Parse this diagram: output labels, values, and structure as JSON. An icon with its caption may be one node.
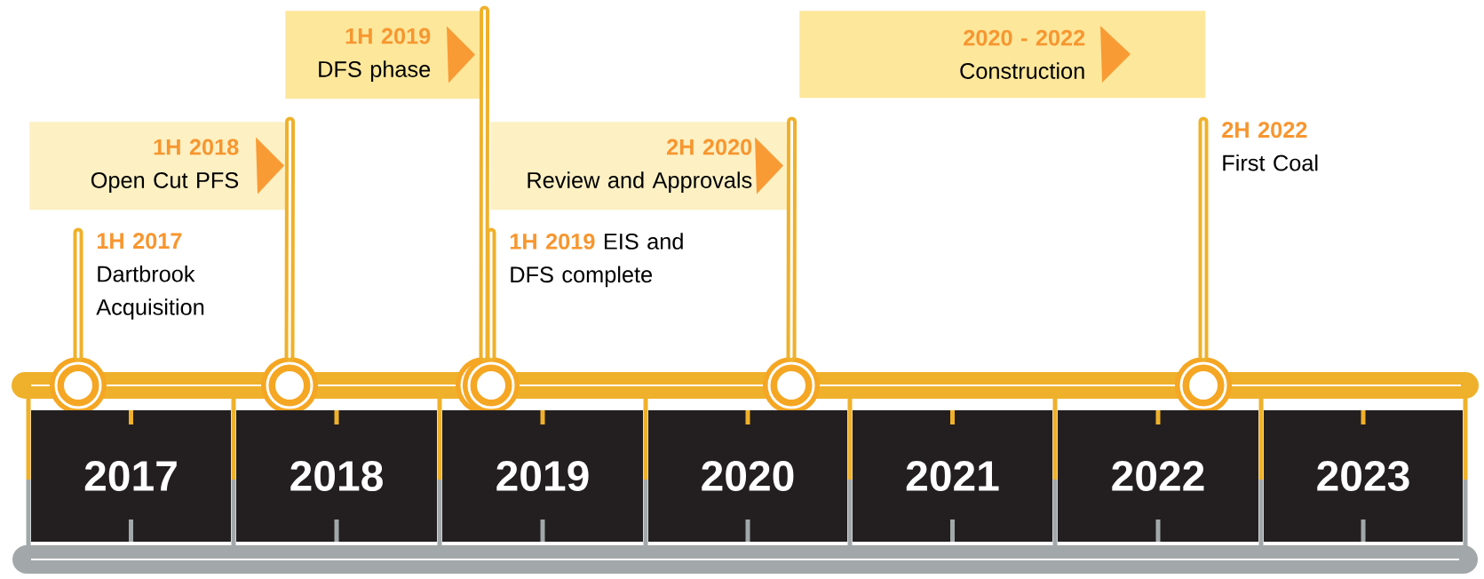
{
  "diagram": {
    "nodes": [
      {
        "text": [
          "1H 2018",
          "Open Cut PFS"
        ]
      },
      {
        "text": [
          "1H 2019",
          "DFS phase"
        ]
      },
      {
        "text": [
          "2H 2020",
          "Review and Approvals"
        ]
      },
      {
        "text": [
          "2020 - 2022",
          "Construction"
        ]
      },
      {
        "text": [
          "1H 2017",
          "Dartbrook Acquisition"
        ]
      },
      {
        "text": [
          "**1H 2019** EIS and DFS complete"
        ]
      },
      {
        "text": [
          "2H 2022",
          "First Coal"
        ]
      },
      {
        "text": [],
        "shape": "circle"
      },
      {
        "text": [],
        "shape": "circle"
      },
      {
        "text": [],
        "shape": "circle"
      },
      {
        "text": [],
        "shape": "circle"
      },
      {
        "text": [],
        "shape": "circle"
      },
      {
        "text": [],
        "shape": "circle"
      },
      {
        "text": [
          "2017"
        ]
      },
      {
        "text": [
          "2018"
        ]
      },
      {
        "text": [
          "2019"
        ]
      },
      {
        "text": [
          "2020"
        ]
      },
      {
        "text": [
          "2021"
        ]
      },
      {
        "text": [
          "2022"
        ]
      },
      {
        "text": [
          "2023"
        ]
      }
    ],
    "edges": [
      {
        "from": 4,
        "to": 7,
        "arrow": "none"
      },
      {
        "from": 0,
        "to": 8,
        "arrow": "none"
      },
      {
        "from": 1,
        "to": 9,
        "arrow": "none"
      },
      {
        "from": 5,
        "to": 10,
        "arrow": "none"
      },
      {
        "from": 2,
        "to": 11,
        "arrow": "none"
      },
      {
        "from": 6,
        "to": 12,
        "arrow": "none"
      }
    ]
  }
}
